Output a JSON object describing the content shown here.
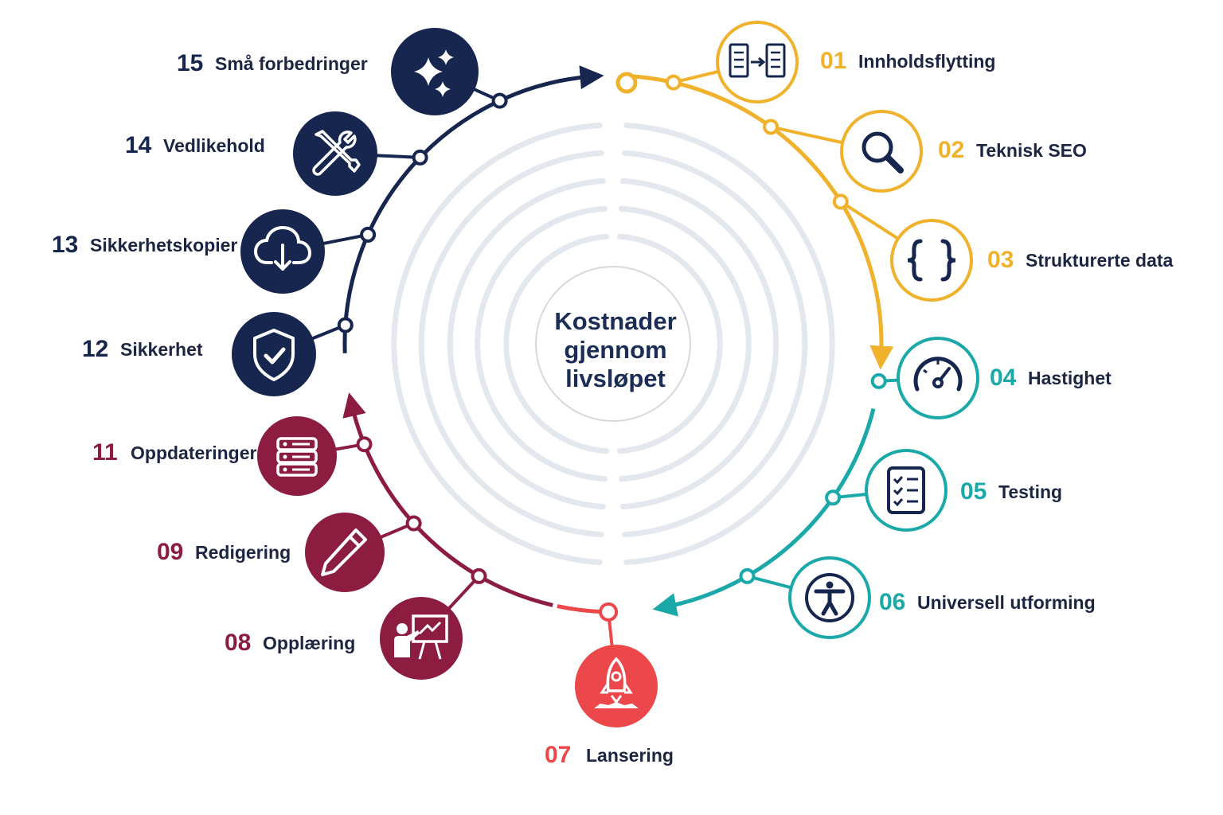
{
  "center": {
    "lines": [
      "Kostnader",
      "gjennom",
      "livsløpet"
    ]
  },
  "colors": {
    "yellow": "#f0b12b",
    "teal": "#1aa9a8",
    "red": "#ec474a",
    "crimson": "#8c1d40",
    "navy": "#16264f",
    "ring": "#e3e8ef",
    "text": "#1c2541"
  },
  "steps": [
    {
      "number": "01",
      "label": "Innholdsflytting",
      "icon": "content-transfer-icon",
      "color": "yellow",
      "style": "outline"
    },
    {
      "number": "02",
      "label": "Teknisk SEO",
      "icon": "search-icon",
      "color": "yellow",
      "style": "outline"
    },
    {
      "number": "03",
      "label": "Strukturerte data",
      "icon": "curly-braces-icon",
      "color": "yellow",
      "style": "outline"
    },
    {
      "number": "04",
      "label": "Hastighet",
      "icon": "speedometer-icon",
      "color": "teal",
      "style": "outline"
    },
    {
      "number": "05",
      "label": "Testing",
      "icon": "checklist-icon",
      "color": "teal",
      "style": "outline"
    },
    {
      "number": "06",
      "label": "Universell utforming",
      "icon": "accessibility-icon",
      "color": "teal",
      "style": "outline"
    },
    {
      "number": "07",
      "label": "Lansering",
      "icon": "rocket-icon",
      "color": "red",
      "style": "filled"
    },
    {
      "number": "08",
      "label": "Opplæring",
      "icon": "presentation-icon",
      "color": "crimson",
      "style": "filled"
    },
    {
      "number": "09",
      "label": "Redigering",
      "icon": "pencil-icon",
      "color": "crimson",
      "style": "filled"
    },
    {
      "number": "11",
      "label": "Oppdateringer",
      "icon": "server-icon",
      "color": "crimson",
      "style": "filled"
    },
    {
      "number": "12",
      "label": "Sikkerhet",
      "icon": "shield-check-icon",
      "color": "navy",
      "style": "filled"
    },
    {
      "number": "13",
      "label": "Sikkerhetskopier",
      "icon": "cloud-download-icon",
      "color": "navy",
      "style": "filled"
    },
    {
      "number": "14",
      "label": "Vedlikehold",
      "icon": "tools-icon",
      "color": "navy",
      "style": "filled"
    },
    {
      "number": "15",
      "label": "Små forbedringer",
      "icon": "sparkles-icon",
      "color": "navy",
      "style": "filled"
    }
  ]
}
